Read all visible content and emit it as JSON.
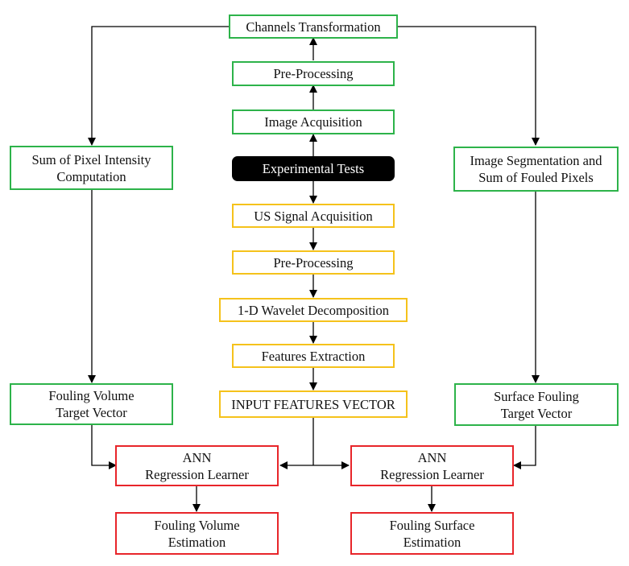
{
  "colors": {
    "image_branch": "#2db34a",
    "signal_branch": "#f5c21b",
    "learner": "#e8252a",
    "start": "#000000",
    "connector": "#000000"
  },
  "nodes": {
    "experimental_tests": [
      "Experimental Tests"
    ],
    "image_acquisition": [
      "Image Acquisition"
    ],
    "image_preprocessing": [
      "Pre-Processing"
    ],
    "channels_transformation": [
      "Channels Transformation"
    ],
    "sum_pixel_intensity": [
      "Sum of Pixel Intensity",
      "Computation"
    ],
    "image_segmentation": [
      "Image Segmentation and",
      "Sum of Fouled Pixels"
    ],
    "fouling_volume_target": [
      "Fouling Volume",
      "Target Vector"
    ],
    "surface_fouling_target": [
      "Surface Fouling",
      "Target Vector"
    ],
    "us_signal_acquisition": [
      "US Signal Acquisition"
    ],
    "signal_preprocessing": [
      "Pre-Processing"
    ],
    "wavelet_decomposition": [
      "1-D Wavelet Decomposition"
    ],
    "features_extraction": [
      "Features Extraction"
    ],
    "input_features_vector": [
      "INPUT FEATURES VECTOR"
    ],
    "ann_left": [
      "ANN",
      "Regression Learner"
    ],
    "ann_right": [
      "ANN",
      "Regression Learner"
    ],
    "fouling_volume_estimation": [
      "Fouling Volume",
      "Estimation"
    ],
    "fouling_surface_estimation": [
      "Fouling Surface",
      "Estimation"
    ]
  }
}
